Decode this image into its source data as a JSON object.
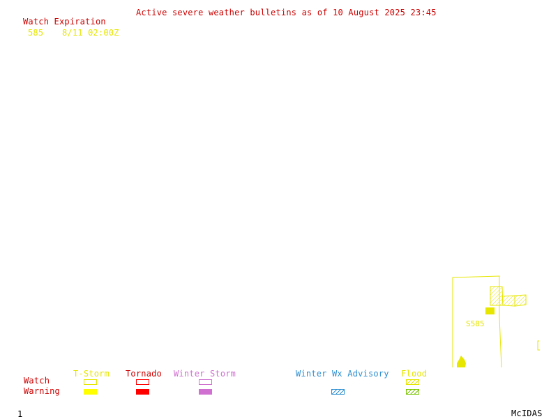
{
  "header": {
    "title": "Active severe weather bulletins as of 10 August 2025 23:45"
  },
  "watch_list": {
    "heading": "Watch Expiration",
    "rows": [
      {
        "number": "585",
        "expires": "8/11 02:00Z"
      }
    ]
  },
  "map": {
    "watch_label": "585"
  },
  "legend": {
    "row_labels": {
      "watch": "Watch",
      "warning": "Warning"
    },
    "columns": [
      {
        "label": "T-Storm",
        "color": "#e6e600"
      },
      {
        "label": "Tornado",
        "color": "#ff0000"
      },
      {
        "label": "Winter Storm",
        "color": "#d070d0"
      },
      {
        "label": "Winter Wx Advisory",
        "color": "#2e8fd1"
      },
      {
        "label": "Flood",
        "color": "#e6e600",
        "warning_color": "#79c500"
      }
    ]
  },
  "footer": {
    "frame_number": "1",
    "brand": "McIDAS"
  },
  "colors": {
    "header": "#cc0000",
    "watch_text": "#e6e600",
    "watch_outline": "#e6e600"
  }
}
